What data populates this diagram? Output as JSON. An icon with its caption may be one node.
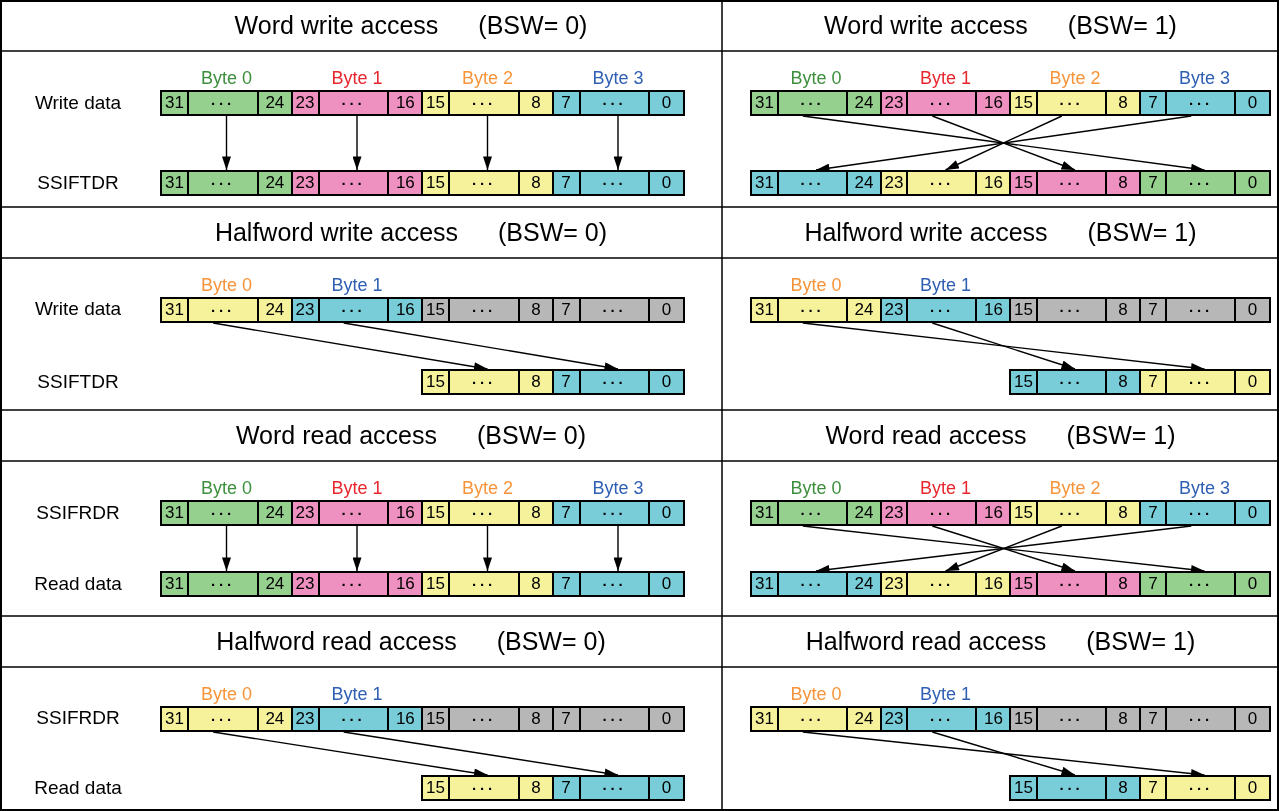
{
  "diagram": {
    "nodes": [
      {
        "text": [
          "31",
          "···",
          "24"
        ],
        "beside": [
          "Byte 0"
        ]
      },
      {
        "text": [
          "23",
          "···",
          "16"
        ],
        "beside": [
          "Byte 1"
        ]
      },
      {
        "text": [
          "15",
          "···",
          "8"
        ],
        "beside": [
          "Byte 2"
        ]
      },
      {
        "text": [
          "7",
          "···",
          "0"
        ],
        "beside": [
          "Byte 3"
        ]
      },
      {
        "text": [
          "31",
          "···",
          "24"
        ]
      },
      {
        "text": [
          "23",
          "···",
          "16"
        ]
      },
      {
        "text": [
          "15",
          "···",
          "8"
        ]
      },
      {
        "text": [
          "7",
          "···",
          "0"
        ]
      },
      {
        "text": [
          "31",
          "···",
          "24"
        ],
        "beside": [
          "Byte 0"
        ]
      },
      {
        "text": [
          "23",
          "···",
          "16"
        ],
        "beside": [
          "Byte 1"
        ]
      },
      {
        "text": [
          "15",
          "···",
          "8"
        ],
        "beside": [
          "Byte 2"
        ]
      },
      {
        "text": [
          "7",
          "···",
          "0"
        ],
        "beside": [
          "Byte 3"
        ]
      },
      {
        "text": [
          "31",
          "···",
          "24"
        ]
      },
      {
        "text": [
          "23",
          "···",
          "16"
        ]
      },
      {
        "text": [
          "15",
          "···",
          "8"
        ]
      },
      {
        "text": [
          "7",
          "···",
          "0"
        ]
      },
      {
        "text": [
          "31",
          "···",
          "24"
        ],
        "beside": [
          "Byte 0"
        ]
      },
      {
        "text": [
          "23",
          "···",
          "16"
        ],
        "beside": [
          "Byte 1"
        ]
      },
      {
        "text": [
          "15",
          "···",
          "8"
        ]
      },
      {
        "text": [
          "7",
          "···",
          "0"
        ]
      },
      {
        "text": [
          "15",
          "···",
          "8"
        ]
      },
      {
        "text": [
          "7",
          "···",
          "0"
        ]
      },
      {
        "text": [
          "31",
          "···",
          "24"
        ],
        "beside": [
          "Byte 0"
        ]
      },
      {
        "text": [
          "23",
          "···",
          "16"
        ],
        "beside": [
          "Byte 1"
        ]
      },
      {
        "text": [
          "15",
          "···",
          "8"
        ]
      },
      {
        "text": [
          "7",
          "···",
          "0"
        ]
      },
      {
        "text": [
          "15",
          "···",
          "8"
        ]
      },
      {
        "text": [
          "7",
          "···",
          "0"
        ]
      },
      {
        "text": [
          "31",
          "···",
          "24"
        ],
        "beside": [
          "Byte 0"
        ]
      },
      {
        "text": [
          "23",
          "···",
          "16"
        ],
        "beside": [
          "Byte 1"
        ]
      },
      {
        "text": [
          "15",
          "···",
          "8"
        ],
        "beside": [
          "Byte 2"
        ]
      },
      {
        "text": [
          "7",
          "···",
          "0"
        ],
        "beside": [
          "Byte 3"
        ]
      },
      {
        "text": [
          "31",
          "···",
          "24"
        ]
      },
      {
        "text": [
          "23",
          "···",
          "16"
        ]
      },
      {
        "text": [
          "15",
          "···",
          "8"
        ]
      },
      {
        "text": [
          "7",
          "···",
          "0"
        ]
      },
      {
        "text": [
          "31",
          "···",
          "24"
        ],
        "beside": [
          "Byte 0"
        ]
      },
      {
        "text": [
          "23",
          "···",
          "16"
        ],
        "beside": [
          "Byte 1"
        ]
      },
      {
        "text": [
          "15",
          "···",
          "8"
        ],
        "beside": [
          "Byte 2"
        ]
      },
      {
        "text": [
          "7",
          "···",
          "0"
        ],
        "beside": [
          "Byte 3"
        ]
      },
      {
        "text": [
          "31",
          "···",
          "24"
        ]
      },
      {
        "text": [
          "23",
          "···",
          "16"
        ]
      },
      {
        "text": [
          "15",
          "···",
          "8"
        ]
      },
      {
        "text": [
          "7",
          "···",
          "0"
        ]
      },
      {
        "text": [
          "31",
          "···",
          "24"
        ],
        "beside": [
          "Byte 0"
        ]
      },
      {
        "text": [
          "23",
          "···",
          "16"
        ],
        "beside": [
          "Byte 1"
        ]
      },
      {
        "text": [
          "15",
          "···",
          "8"
        ]
      },
      {
        "text": [
          "7",
          "···",
          "0"
        ]
      },
      {
        "text": [
          "15",
          "···",
          "8"
        ]
      },
      {
        "text": [
          "7",
          "···",
          "0"
        ]
      },
      {
        "text": [
          "31",
          "···",
          "24"
        ],
        "beside": [
          "Byte 0"
        ]
      },
      {
        "text": [
          "23",
          "···",
          "16"
        ],
        "beside": [
          "Byte 1"
        ]
      },
      {
        "text": [
          "15",
          "···",
          "8"
        ]
      },
      {
        "text": [
          "7",
          "···",
          "0"
        ]
      },
      {
        "text": [
          "15",
          "···",
          "8"
        ]
      },
      {
        "text": [
          "7",
          "···",
          "0"
        ]
      }
    ],
    "edges": [
      {
        "from": 0,
        "to": 4,
        "arrow": "to"
      },
      {
        "from": 1,
        "to": 5,
        "arrow": "to"
      },
      {
        "from": 2,
        "to": 6,
        "arrow": "to"
      },
      {
        "from": 3,
        "to": 7,
        "arrow": "to"
      },
      {
        "from": 8,
        "to": 15,
        "arrow": "to"
      },
      {
        "from": 9,
        "to": 14,
        "arrow": "to"
      },
      {
        "from": 10,
        "to": 13,
        "arrow": "to"
      },
      {
        "from": 11,
        "to": 12,
        "arrow": "to"
      },
      {
        "from": 16,
        "to": 20,
        "arrow": "to"
      },
      {
        "from": 17,
        "to": 21,
        "arrow": "to"
      },
      {
        "from": 22,
        "to": 27,
        "arrow": "to"
      },
      {
        "from": 23,
        "to": 26,
        "arrow": "to"
      },
      {
        "from": 28,
        "to": 32,
        "arrow": "to"
      },
      {
        "from": 29,
        "to": 33,
        "arrow": "to"
      },
      {
        "from": 30,
        "to": 34,
        "arrow": "to"
      },
      {
        "from": 31,
        "to": 35,
        "arrow": "to"
      },
      {
        "from": 36,
        "to": 43,
        "arrow": "to"
      },
      {
        "from": 37,
        "to": 42,
        "arrow": "to"
      },
      {
        "from": 38,
        "to": 41,
        "arrow": "to"
      },
      {
        "from": 39,
        "to": 40,
        "arrow": "to"
      },
      {
        "from": 44,
        "to": 48,
        "arrow": "to"
      },
      {
        "from": 45,
        "to": 49,
        "arrow": "to"
      },
      {
        "from": 50,
        "to": 55,
        "arrow": "to"
      },
      {
        "from": 51,
        "to": 54,
        "arrow": "to"
      }
    ],
    "labels": [
      "Word write access",
      "(BSW= 0)",
      "Word write access",
      "(BSW= 1)",
      "Write data",
      "SSIFTDR",
      "Halfword write access",
      "(BSW= 0)",
      "Halfword write access",
      "(BSW= 1)",
      "Write data",
      "SSIFTDR",
      "Word read access",
      "(BSW= 0)",
      "Word read access",
      "(BSW= 1)",
      "SSIFRDR",
      "Read data",
      "Halfword read access",
      "(BSW= 0)",
      "Halfword read access",
      "(BSW= 1)",
      "SSIFRDR",
      "Read data"
    ]
  }
}
